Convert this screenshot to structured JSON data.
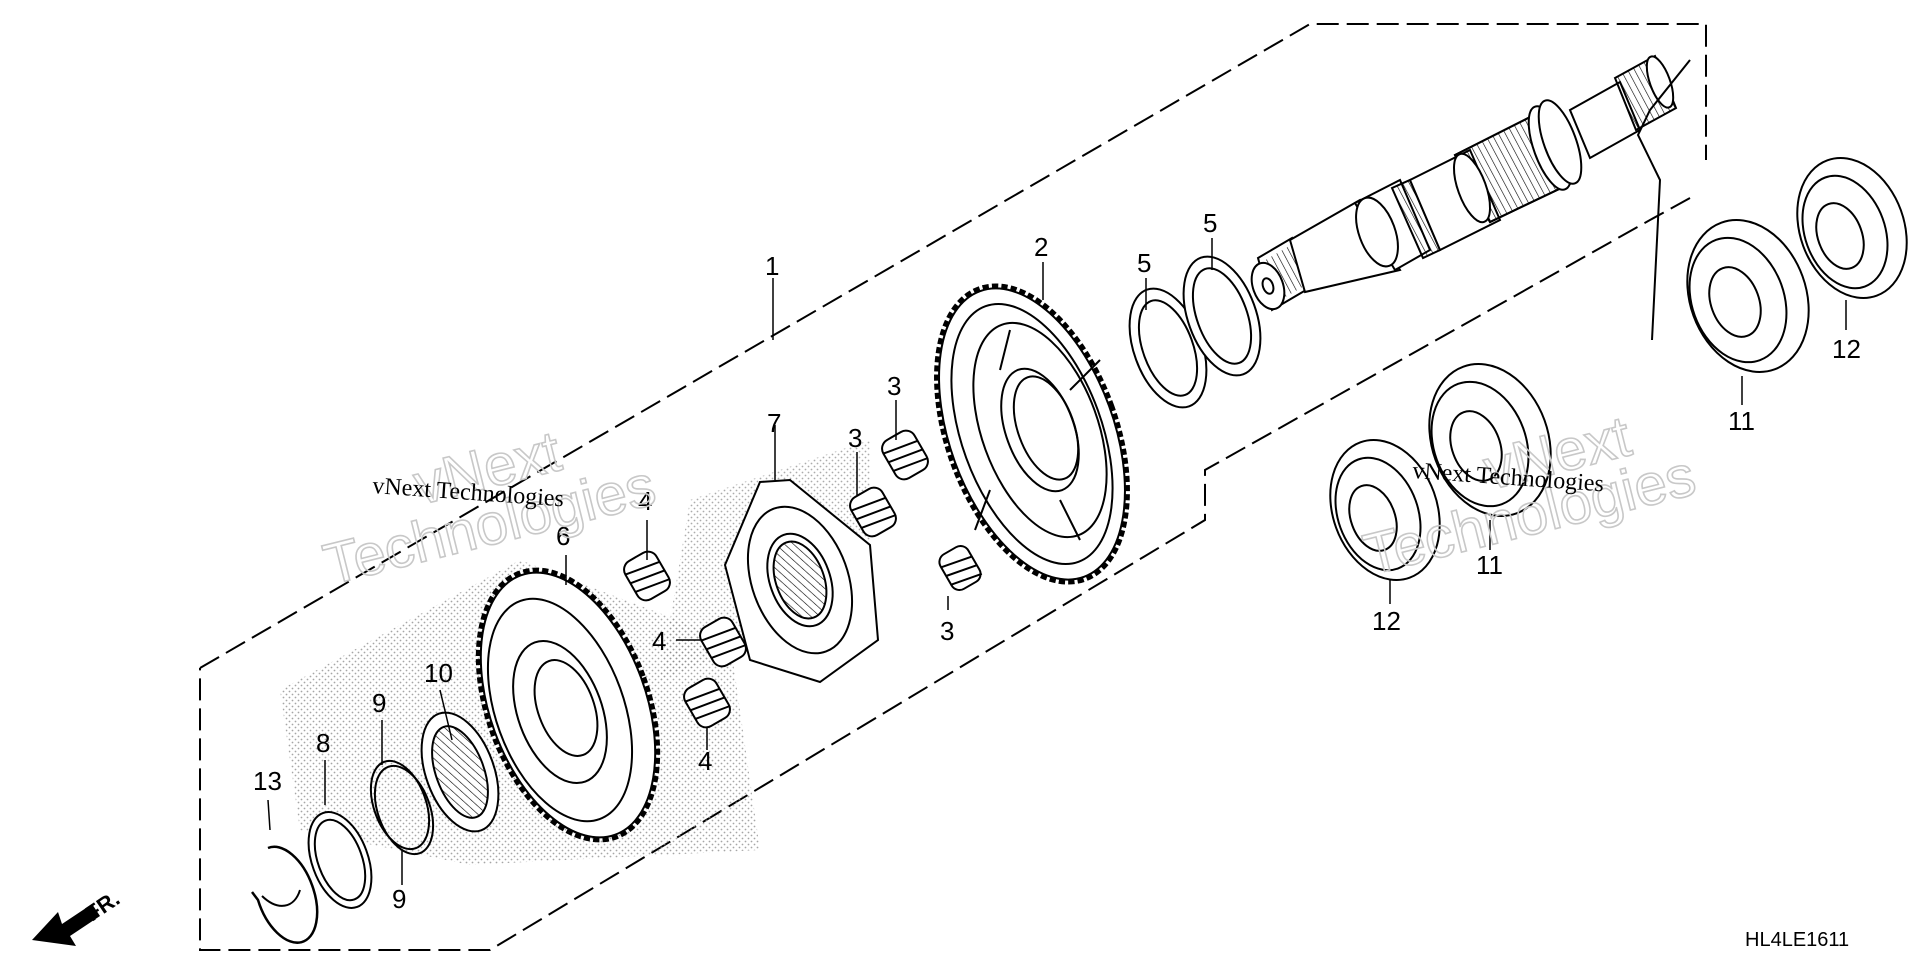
{
  "diagram": {
    "callouts": {
      "c1": "1",
      "c2": "2",
      "c3a": "3",
      "c3b": "3",
      "c3c": "3",
      "c4a": "4",
      "c4b": "4",
      "c4c": "4",
      "c5a": "5",
      "c5b": "5",
      "c6": "6",
      "c7": "7",
      "c8": "8",
      "c9a": "9",
      "c9b": "9",
      "c10": "10",
      "c11a": "11",
      "c11b": "11",
      "c12a": "12",
      "c12b": "12",
      "c13": "13"
    },
    "watermarks": {
      "left_small": "vNext Technologies",
      "left_big1": "vNext",
      "left_big2": "Technologies",
      "right_small": "vNext Technologies",
      "right_big1": "vNext",
      "right_big2": "Technologies"
    },
    "front_label": "FR.",
    "diagram_code": "HL4LE1611",
    "icons": [
      "front-direction-arrow-icon"
    ]
  }
}
